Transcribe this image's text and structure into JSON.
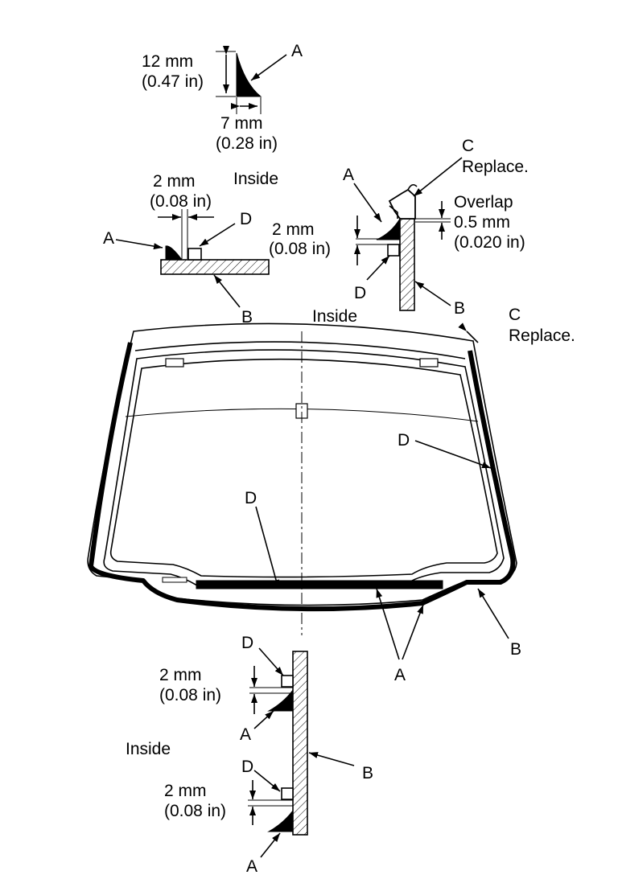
{
  "labels": {
    "a": "A",
    "b": "B",
    "c": "C",
    "d": "D",
    "replace": "Replace.",
    "inside": "Inside",
    "overlap": "Overlap"
  },
  "dimensions": {
    "bead_height_mm": "12 mm",
    "bead_height_in": "(0.47 in)",
    "bead_width_mm": "7 mm",
    "bead_width_in": "(0.28 in)",
    "gap_mm": "2 mm",
    "gap_in": "(0.08 in)",
    "overlap_mm": "0.5 mm",
    "overlap_in": "(0.020 in)"
  }
}
